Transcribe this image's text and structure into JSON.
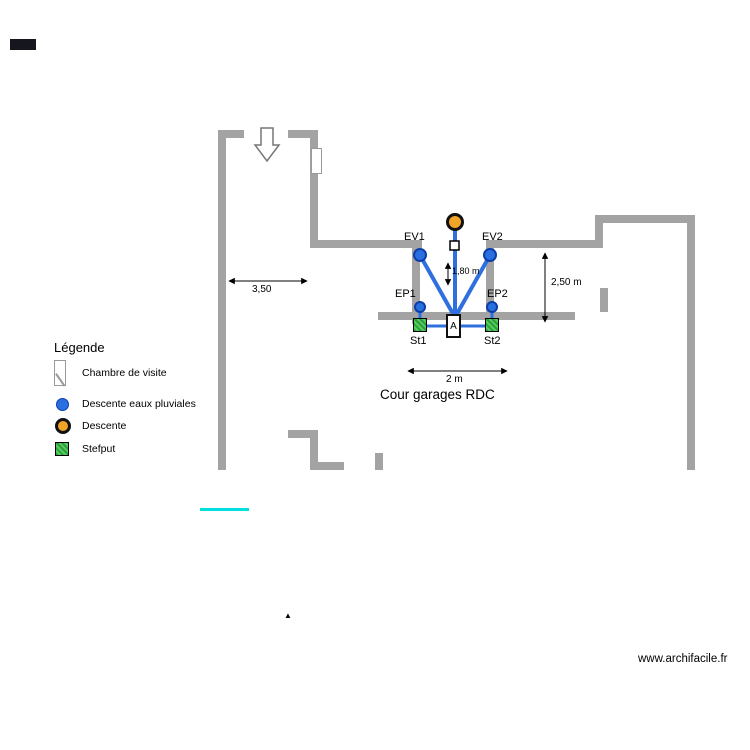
{
  "plan": {
    "title": "Cour garages RDC",
    "labels": {
      "ev1": "EV1",
      "ev2": "EV2",
      "ep1": "EP1",
      "ep2": "EP2",
      "st1": "St1",
      "st2": "St2",
      "chamber": "A"
    },
    "dimensions": {
      "left_width": "3,50",
      "right_depth": "2,50 m",
      "bottom_width": "2 m",
      "pipe_length": "1,80 m"
    },
    "marker": "▲",
    "colors": {
      "wall": "#a3a3a3",
      "pipe": "#2f6fdf",
      "rain_downpipe": "#2a6fe0",
      "downpipe": "#f0a428",
      "sump": "#3db54a",
      "highlight_line": "#00e0e0"
    }
  },
  "legend": {
    "title": "Légende",
    "items": [
      {
        "icon": "chamber-icon",
        "label": "Chambre de visite"
      },
      {
        "icon": "rain-downpipe-icon",
        "label": "Descente eaux pluviales"
      },
      {
        "icon": "downpipe-icon",
        "label": "Descente"
      },
      {
        "icon": "sump-icon",
        "label": "Stefput"
      }
    ]
  },
  "footer": {
    "watermark": "www.archifacile.fr"
  }
}
